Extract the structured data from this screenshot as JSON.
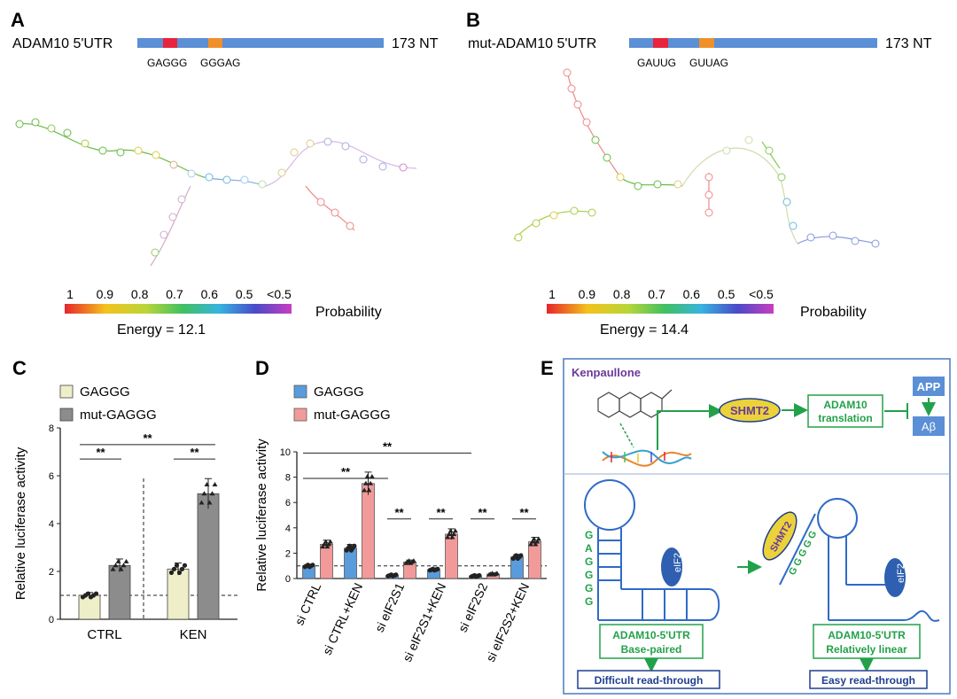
{
  "panels": {
    "A": {
      "letter": "A",
      "utr_title": "ADAM10 5'UTR",
      "length": "173 NT",
      "motif1": "GAGGG",
      "motif2": "GGGAG",
      "scale_ticks": [
        "1",
        "0.9",
        "0.8",
        "0.7",
        "0.6",
        "0.5",
        "<0.5"
      ],
      "scale_label": "Probability",
      "energy": "Energy = 12.1"
    },
    "B": {
      "letter": "B",
      "utr_title": "mut-ADAM10 5'UTR",
      "length": "173 NT",
      "motif1": "GAUUG",
      "motif2": "GUUAG",
      "scale_ticks": [
        "1",
        "0.9",
        "0.8",
        "0.7",
        "0.6",
        "0.5",
        "<0.5"
      ],
      "scale_label": "Probability",
      "energy": "Energy = 14.4"
    },
    "C": {
      "letter": "C"
    },
    "D": {
      "letter": "D"
    },
    "E": {
      "letter": "E",
      "drug": "Kenpaullone",
      "shmt2": "SHMT2",
      "adam10_translation_l1": "ADAM10",
      "adam10_translation_l2": "translation",
      "app": "APP",
      "abeta": "Aβ",
      "stem_letters": [
        "G",
        "A",
        "G",
        "G",
        "G",
        "G"
      ],
      "eif2": "eIF2",
      "left_box_l1": "ADAM10-5'UTR",
      "left_box_l2": "Base-paired",
      "left_result": "Difficult read-through",
      "right_box_l1": "ADAM10-5'UTR",
      "right_box_l2": "Relatively linear",
      "right_result": "Easy read-through",
      "bound_g": "G G G G G"
    }
  },
  "colors": {
    "bar_blue": "#5b8fd6",
    "motif_red": "#e8243c",
    "motif_orange": "#f0902a",
    "ctrl_fill": "#eeeec8",
    "mut_fill": "#8c8c8c",
    "gaggg_blue": "#5a9bdc",
    "mut_pink": "#f29a9a",
    "schema_border": "#4a7ac0",
    "schema_green": "#23a14a",
    "schema_navy": "#1f3f8f",
    "shmt_fill": "#ecd23a",
    "shmt_text": "#6a3a9a"
  },
  "chart_data": [
    {
      "type": "bar",
      "panel": "C",
      "categories": [
        "CTRL",
        "KEN"
      ],
      "series": [
        {
          "name": "GAGGG",
          "values": [
            1.0,
            2.1
          ]
        },
        {
          "name": "mut-GAGGG",
          "values": [
            2.25,
            5.25
          ]
        }
      ],
      "ylabel": "Relative luciferase activity",
      "ylim": [
        0,
        8
      ],
      "yticks": [
        "0",
        "2",
        "4",
        "6",
        "8"
      ],
      "significance": [
        "**",
        "**",
        "**"
      ],
      "legend": "top-left"
    },
    {
      "type": "bar",
      "panel": "D",
      "categories": [
        "si CTRL",
        "si CTRL+KEN",
        "si eIF2S1",
        "si eIF2S1+KEN",
        "si eIF2S2",
        "si eIF2S2+KEN"
      ],
      "series": [
        {
          "name": "GAGGG",
          "values": [
            1.0,
            2.4,
            0.25,
            0.7,
            0.2,
            1.7
          ]
        },
        {
          "name": "mut-GAGGG",
          "values": [
            2.7,
            7.5,
            1.3,
            3.5,
            0.35,
            2.9
          ]
        }
      ],
      "ylabel": "Relative luciferase activity",
      "ylim": [
        0,
        10
      ],
      "yticks": [
        "0",
        "2",
        "4",
        "6",
        "8",
        "10"
      ],
      "significance": [
        "**",
        "**",
        "**",
        "**",
        "**",
        "**"
      ],
      "legend": "top-left"
    }
  ]
}
